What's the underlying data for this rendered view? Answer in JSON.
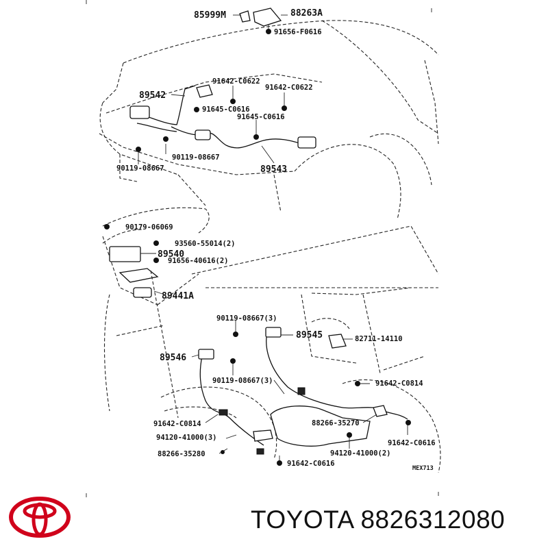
{
  "brand": {
    "name": "TOYOTA",
    "part_number": "8826312080",
    "logo_icon": "toyota-logo-icon",
    "logo_color": "#d0021b"
  },
  "diagram": {
    "code": "MEX713",
    "callouts": [
      "85999M",
      "88263A",
      "91656-F0616",
      "91642-C0622",
      "91642-C0622",
      "89542",
      "91645-C0616",
      "91645-C0616",
      "90119-08667",
      "90119-08667",
      "89543",
      "90179-06069",
      "93560-55014(2)",
      "89540",
      "91656-40616(2)",
      "89441A",
      "90119-08667(3)",
      "89545",
      "82711-14110",
      "89546",
      "90119-08667(3)",
      "91642-C0814",
      "91642-C0814",
      "94120-41000(3)",
      "88266-35270",
      "88266-35280",
      "91642-C0616",
      "94120-41000(2)",
      "91642-C0616"
    ]
  }
}
